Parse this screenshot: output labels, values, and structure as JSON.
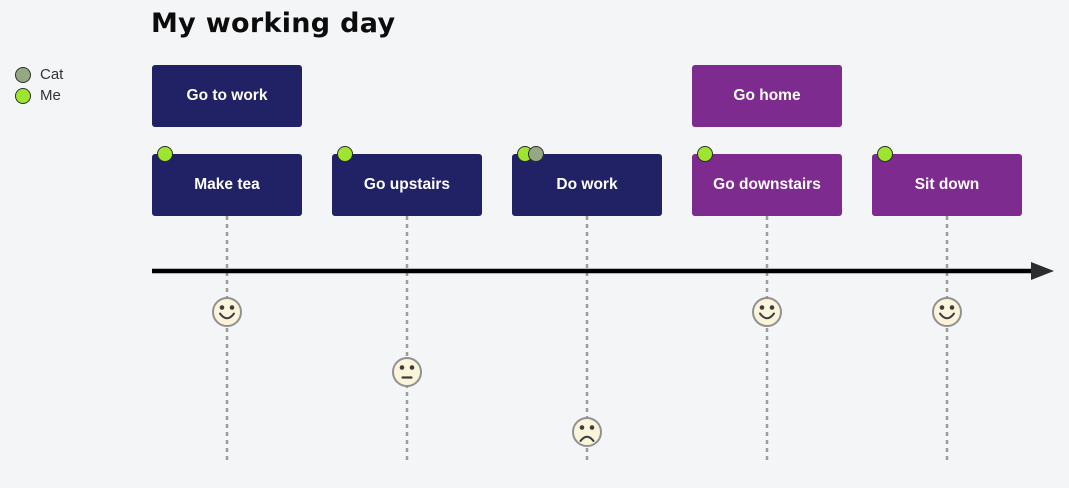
{
  "title": "My working day",
  "legend": [
    {
      "name": "Cat",
      "color": "#94a884"
    },
    {
      "name": "Me",
      "color": "#9ee52f"
    }
  ],
  "journey": {
    "sections": [
      {
        "label": "Go to work",
        "color": "#212266",
        "tasks": [
          {
            "label": "Make tea",
            "score": 5,
            "mood": "happy",
            "actors": [
              "Me"
            ]
          },
          {
            "label": "Go upstairs",
            "score": 3,
            "mood": "neutral",
            "actors": [
              "Me"
            ]
          },
          {
            "label": "Do work",
            "score": 1,
            "mood": "sad",
            "actors": [
              "Me",
              "Cat"
            ]
          }
        ]
      },
      {
        "label": "Go home",
        "color": "#7d2b8e",
        "tasks": [
          {
            "label": "Go downstairs",
            "score": 5,
            "mood": "happy",
            "actors": [
              "Me"
            ]
          },
          {
            "label": "Sit down",
            "score": 5,
            "mood": "happy",
            "actors": [
              "Me"
            ]
          }
        ]
      }
    ]
  },
  "colors": {
    "background": "#f4f5f7",
    "section_go_to_work": "#212266",
    "section_go_home": "#7d2b8e",
    "actor_cat": "#94a884",
    "actor_me": "#9ee52f",
    "face_fill": "#f9f4da",
    "face_stroke": "#919191",
    "face_features": "#3c3c3c",
    "timeline": "#000000",
    "arrow_head": "#2d2d2d",
    "grid_line": "#9d9d9d",
    "task_text": "#ffffff",
    "legend_text": "#333333"
  }
}
